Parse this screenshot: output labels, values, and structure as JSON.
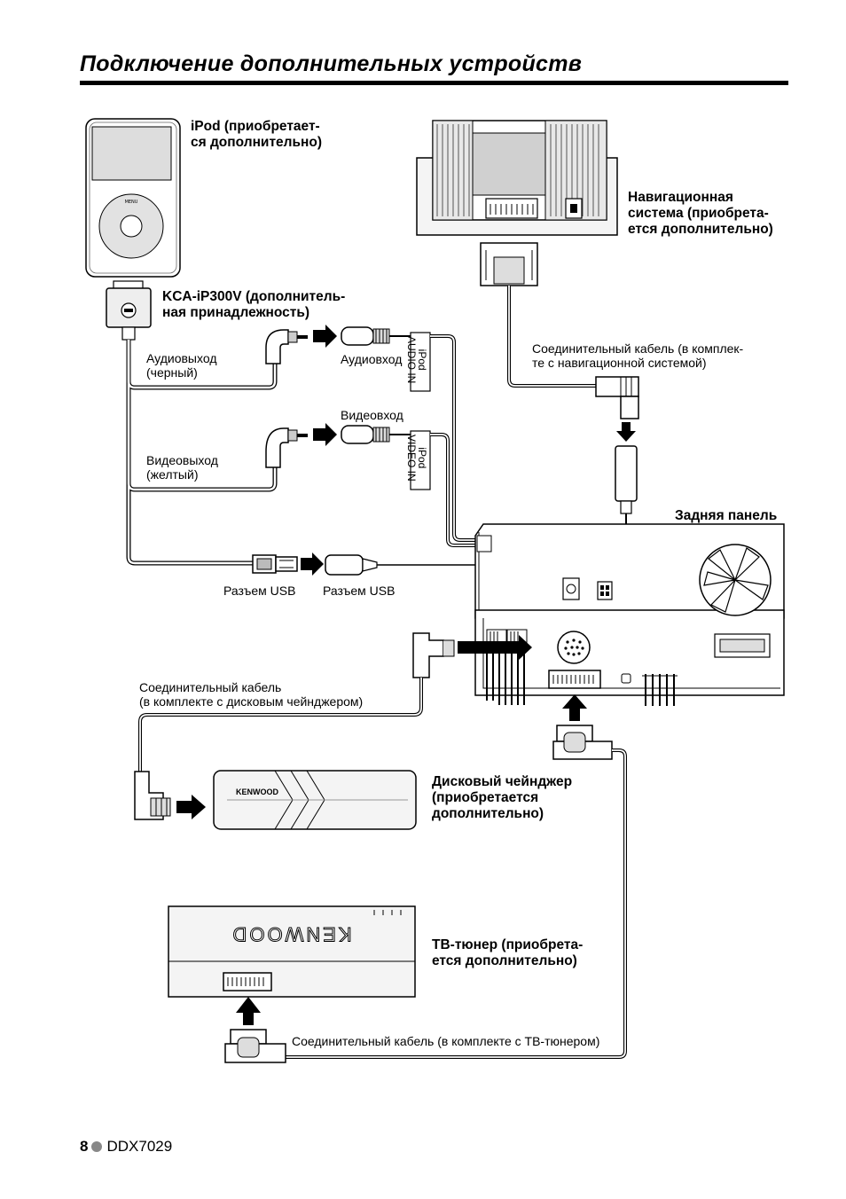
{
  "page": {
    "title": "Подключение дополнительных устройств",
    "number": "8",
    "model": "DDX7029"
  },
  "devices": {
    "ipod_line1": "iPod (приобретает-",
    "ipod_line2": "ся дополнительно)",
    "kca_line1": "KCA-iP300V (дополнитель-",
    "kca_line2": "ная принадлежность)",
    "nav_line1": "Навигационная",
    "nav_line2": "система (приобрета-",
    "nav_line3": "ется дополнительно)",
    "rear_panel": "Задняя панель",
    "changer_line1": "Дисковый чейнджер",
    "changer_line2": "(приобретается",
    "changer_line3": "дополнительно)",
    "tuner_line1": "ТВ-тюнер (приобрета-",
    "tuner_line2": "ется дополнительно)"
  },
  "connectors": {
    "audio_out_line1": "Аудиовыход",
    "audio_out_line2": "(черный)",
    "audio_in": "Аудиовход",
    "video_out_line1": "Видеовыход",
    "video_out_line2": "(желтый)",
    "video_in": "Видеовход",
    "usb_left": "Разъем USB",
    "usb_right": "Разъем USB",
    "ipod_audio_in_line1": "iPod",
    "ipod_audio_in_line2": "AUDIO IN",
    "ipod_video_in_line1": "iPod",
    "ipod_video_in_line2": "VIDEO IN"
  },
  "cables": {
    "nav_cable_line1": "Соединительный кабель (в комплек-",
    "nav_cable_line2": "те с навигационной системой)",
    "changer_cable_line1": "Соединительный кабель",
    "changer_cable_line2": "(в комплекте с дисковым чейнджером)",
    "tuner_cable": "Соединительный кабель (в комплекте с ТВ-тюнером)"
  },
  "logos": {
    "ipod_menu": "MENU",
    "changer_brand": "KENWOOD",
    "tuner_brand": "KENWOOD"
  }
}
